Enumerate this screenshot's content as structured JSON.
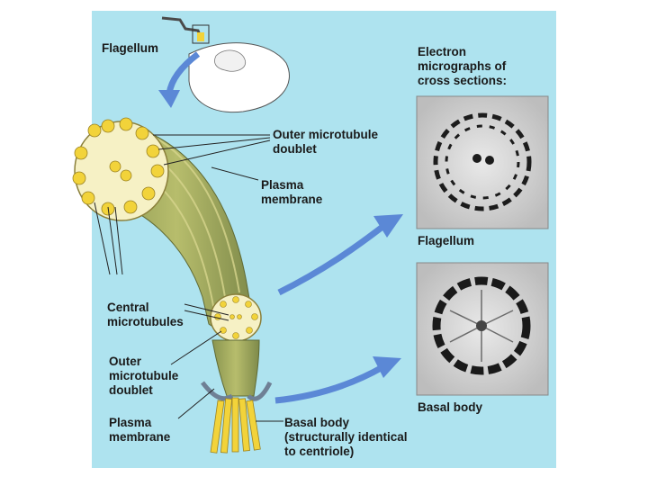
{
  "labels": {
    "flagellum": "Flagellum",
    "outer_doublet_top": "Outer microtubule\ndoublet",
    "plasma_membrane_top": "Plasma\nmembrane",
    "central_microtubules": "Central\nmicrotubules",
    "outer_doublet_bottom": "Outer\nmicrotubule\ndoublet",
    "plasma_membrane_bottom": "Plasma\nmembrane",
    "basal_body_label": "Basal body\n(structurally identical\nto centriole)",
    "em_heading": "Electron\nmicrographs of\ncross sections:",
    "em_flagellum_caption": "Flagellum",
    "em_basal_caption": "Basal body"
  },
  "colors": {
    "panel_bg": "#aee3ef",
    "tubule_yellow": "#f2d33a",
    "shaft_green": "#9ea85a",
    "arrow_blue": "#5b88d6",
    "cell_white": "#ffffff"
  }
}
